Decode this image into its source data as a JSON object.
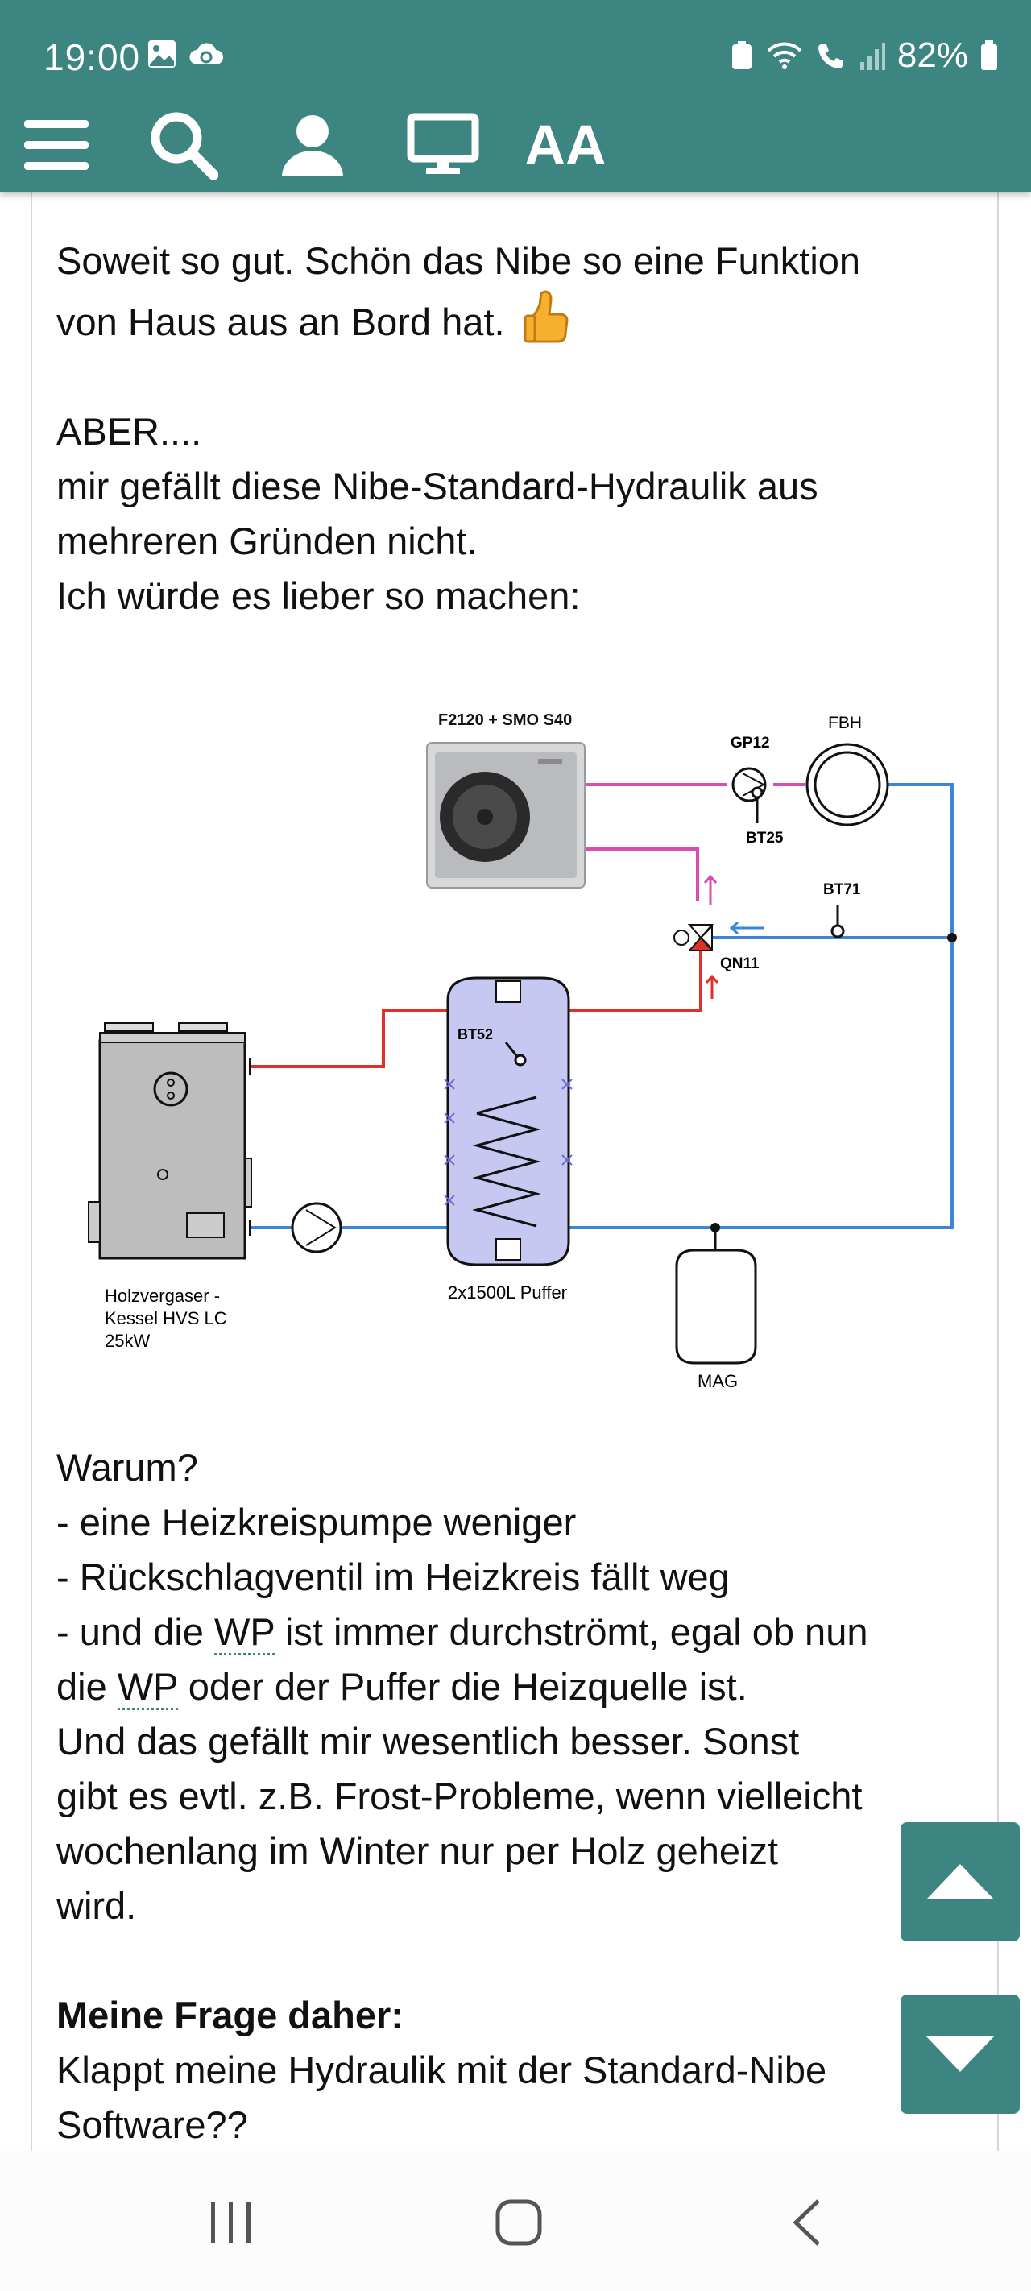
{
  "status_bar": {
    "time": "19:00",
    "battery": "82%"
  },
  "icons": {
    "menu": "menu-icon",
    "search": "search-icon",
    "profile": "profile-icon",
    "desktop": "desktop-icon",
    "text_size": "text-size-icon",
    "scroll_up": "arrow-up-icon",
    "scroll_down": "arrow-down-icon"
  },
  "toolbar": {
    "text_size_label": "AA"
  },
  "post": {
    "lines": {
      "l1": "Soweit so gut. Schön das Nibe so eine Funktion",
      "l2": "von Haus aus an Bord hat.",
      "l3": "ABER....",
      "l4": "mir gefällt diese Nibe-Standard-Hydraulik aus",
      "l5": "mehreren Gründen nicht.",
      "l6": "Ich würde es lieber so machen:",
      "l7": "Warum?",
      "l8": "- eine Heizkreispumpe weniger",
      "l9": "- Rückschlagventil im Heizkreis fällt weg",
      "l10a": "- und die ",
      "l10b": "WP",
      "l10c": " ist immer durchströmt, egal ob nun",
      "l11a": "die ",
      "l11b": "WP",
      "l11c": " oder der Puffer die Heizquelle ist.",
      "l12": "Und das gefällt mir wesentlich besser. Sonst",
      "l13": "gibt es evtl. z.B. Frost-Probleme, wenn vielleicht",
      "l14": "wochenlang im Winter nur per Holz geheizt",
      "l15": "wird.",
      "l16": "Meine Frage daher:",
      "l17": "Klappt meine Hydraulik mit der Standard-Nibe",
      "l18": "Software??"
    }
  },
  "diagram": {
    "labels": {
      "hp": "F2120 + SMO S40",
      "gp12": "GP12",
      "fbh": "FBH",
      "bt25": "BT25",
      "bt71": "BT71",
      "qn11": "QN11",
      "bt52": "BT52",
      "boiler1": "Holzvergaser -",
      "boiler2": "Kessel HVS LC",
      "boiler3": "25kW",
      "puffer": "2x1500L Puffer",
      "mag": "MAG"
    },
    "colors": {
      "hot": "#e0302a",
      "flow_wp": "#d64fb0",
      "return": "#3b86d8",
      "tank": "#c6c8f2"
    }
  }
}
